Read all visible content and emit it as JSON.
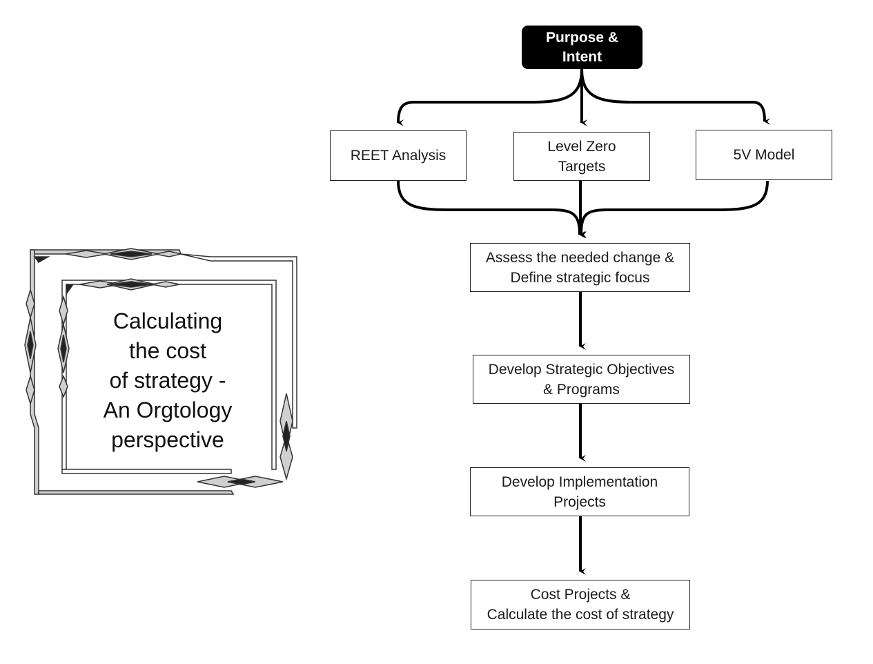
{
  "title_card": {
    "text": "Calculating\nthe cost\nof strategy -\nAn Orgtology\nperspective"
  },
  "flow": {
    "root": "Purpose &\nIntent",
    "inputs": [
      "REET Analysis",
      "Level Zero\nTargets",
      "5V Model"
    ],
    "steps": [
      "Assess the needed change &\nDefine strategic focus",
      "Develop Strategic Objectives\n& Programs",
      "Develop Implementation\nProjects",
      "Cost Projects &\nCalculate the cost of strategy"
    ]
  },
  "colors": {
    "line": "#000000",
    "root_fill": "#000000",
    "frame_fill": "#d0d0d0"
  }
}
